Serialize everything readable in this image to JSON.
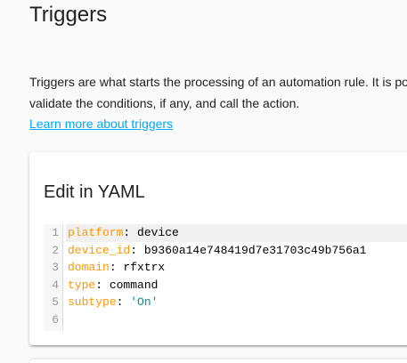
{
  "page": {
    "title": "Triggers",
    "description_line1": "Triggers are what starts the processing of an automation rule. It is po",
    "description_line2": "validate the conditions, if any, and call the action.",
    "learn_more_link": "Learn more about triggers"
  },
  "card": {
    "title": "Edit in YAML"
  },
  "yaml_editor": {
    "lines": [
      {
        "num": "1",
        "key": "platform",
        "sep": ": ",
        "value": "device",
        "value_type": "plain"
      },
      {
        "num": "2",
        "key": "device_id",
        "sep": ": ",
        "value": "b9360a14e748419d7e31703c49b756a1",
        "value_type": "plain"
      },
      {
        "num": "3",
        "key": "domain",
        "sep": ": ",
        "value": "rfxtrx",
        "value_type": "plain"
      },
      {
        "num": "4",
        "key": "type",
        "sep": ": ",
        "value": "command",
        "value_type": "plain"
      },
      {
        "num": "5",
        "key": "subtype",
        "sep": ": ",
        "value": "'On'",
        "value_type": "string"
      },
      {
        "num": "6",
        "key": "",
        "sep": "",
        "value": "",
        "value_type": "plain"
      }
    ],
    "colors": {
      "key": "#ff9800",
      "string": "#009688",
      "line_number": "#999999"
    }
  },
  "theme": {
    "link_color": "#03a9f4",
    "background": "#fafafa"
  }
}
